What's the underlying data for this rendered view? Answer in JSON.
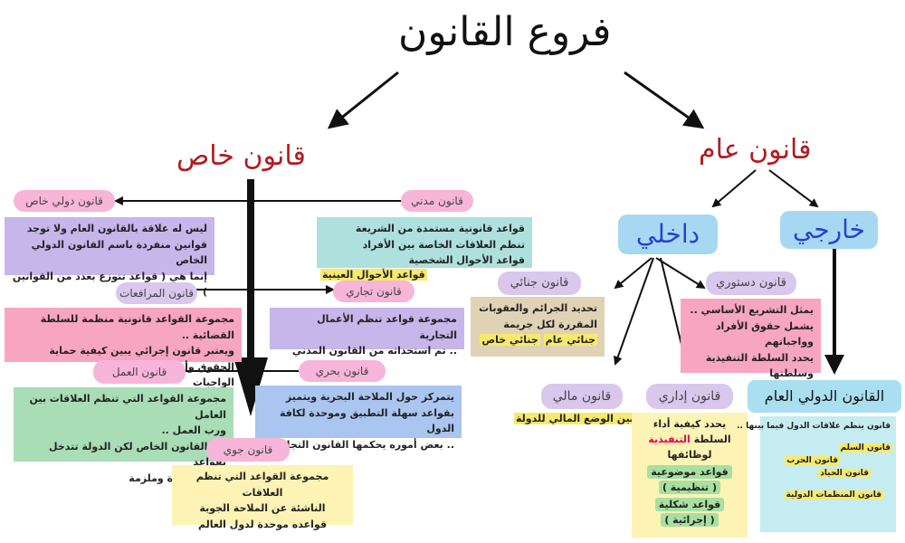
{
  "title": "فروع القانون",
  "private_law": "قانون خاص",
  "public_law": "قانون عام",
  "internal": "داخلي",
  "external": "خارجي",
  "private_intl": {
    "label": "قانون دولي خاص",
    "lines": [
      "ليس له علاقة بالقانون العام ولا توجد",
      "قوانين منفردة باسم القانون الدولي الخاص",
      "إنما هي ( قواعد تتوزع بعدد من القوانين )"
    ]
  },
  "civil": {
    "label": "قانون مدني",
    "lines": [
      "قواعد قانونية مستمدة من الشريعة",
      "تنظم العلاقات الخاصة بين الأفراد",
      "قواعد الأحوال الشخصية"
    ],
    "extra": "قواعد الأحوال العينية"
  },
  "procedures": {
    "label": "قانون المرافعات",
    "lines": [
      "مجموعة القواعد قانونية منظمة للسلطة القضائية ..",
      "ويعتبر قانون إجرائي يبين كيفية حماية الحقوق وأداء",
      "الواجبات"
    ]
  },
  "commercial": {
    "label": "قانون تجاري",
    "lines": [
      "مجموعة قواعد تنظم الأعمال التجارية",
      ".. تم استحداثه من القانون المدني"
    ]
  },
  "labor": {
    "label": "قانون العمل",
    "lines": [
      "مجموعة القواعد التي تنظم العلاقات بين العامل",
      "ورب العمل ..",
      "من القانون الخاص لكن الدولة تتدخل بقواعد",
      "قانونية آمرة وملزمة"
    ]
  },
  "maritime": {
    "label": "قانون بحري",
    "lines": [
      "يتمركز حول الملاحة البحرية ويتميز",
      "بقواعد سهلة التطبيق وموحدة لكافة الدول",
      ".. بعض أموره يحكمها القانون التجاري"
    ]
  },
  "air": {
    "label": "قانون جوي",
    "lines": [
      "مجموعة القواعد التي تنظم العلاقات",
      "الناشئة عن الملاحة الجوية",
      "قواعده موحدة لدول العالم"
    ]
  },
  "criminal": {
    "label": "قانون جنائي",
    "lines": [
      "تحديد الجرائم والعقوبات",
      "المقررة لكل جريمة"
    ],
    "tags": [
      "جنائي عام",
      "جنائي خاص"
    ]
  },
  "constitutional": {
    "label": "قانون دستوري",
    "lines": [
      "يمثل التشريع الأساسي ..",
      "يشمل حقوق الأفراد وواجباتهم",
      "يحدد السلطة التنفيذية",
      "وسلطتها"
    ]
  },
  "financial": {
    "label": "قانون مالي",
    "lines": [
      "يبين الوضع المالي للدولة"
    ]
  },
  "administrative": {
    "label": "قانون إداري",
    "line1": "يحدد كيفية أداء",
    "line2a": "السلطة",
    "line2b": "التنفيذية",
    "line3": "لوظائفها",
    "tag1a": "قواعد موضوعية",
    "tag1b": "( تنظيمية )",
    "tag2a": "قواعد شكلية",
    "tag2b": "( إجرائية )"
  },
  "public_intl": {
    "label": "القانون الدولي العام",
    "line": "قانون ينظم علاقات الدول فيما بينها ..",
    "items": [
      "قانون السلم",
      "قانون الحرب",
      "قانون الحياد",
      "قانون المنظمات الدولية"
    ]
  }
}
